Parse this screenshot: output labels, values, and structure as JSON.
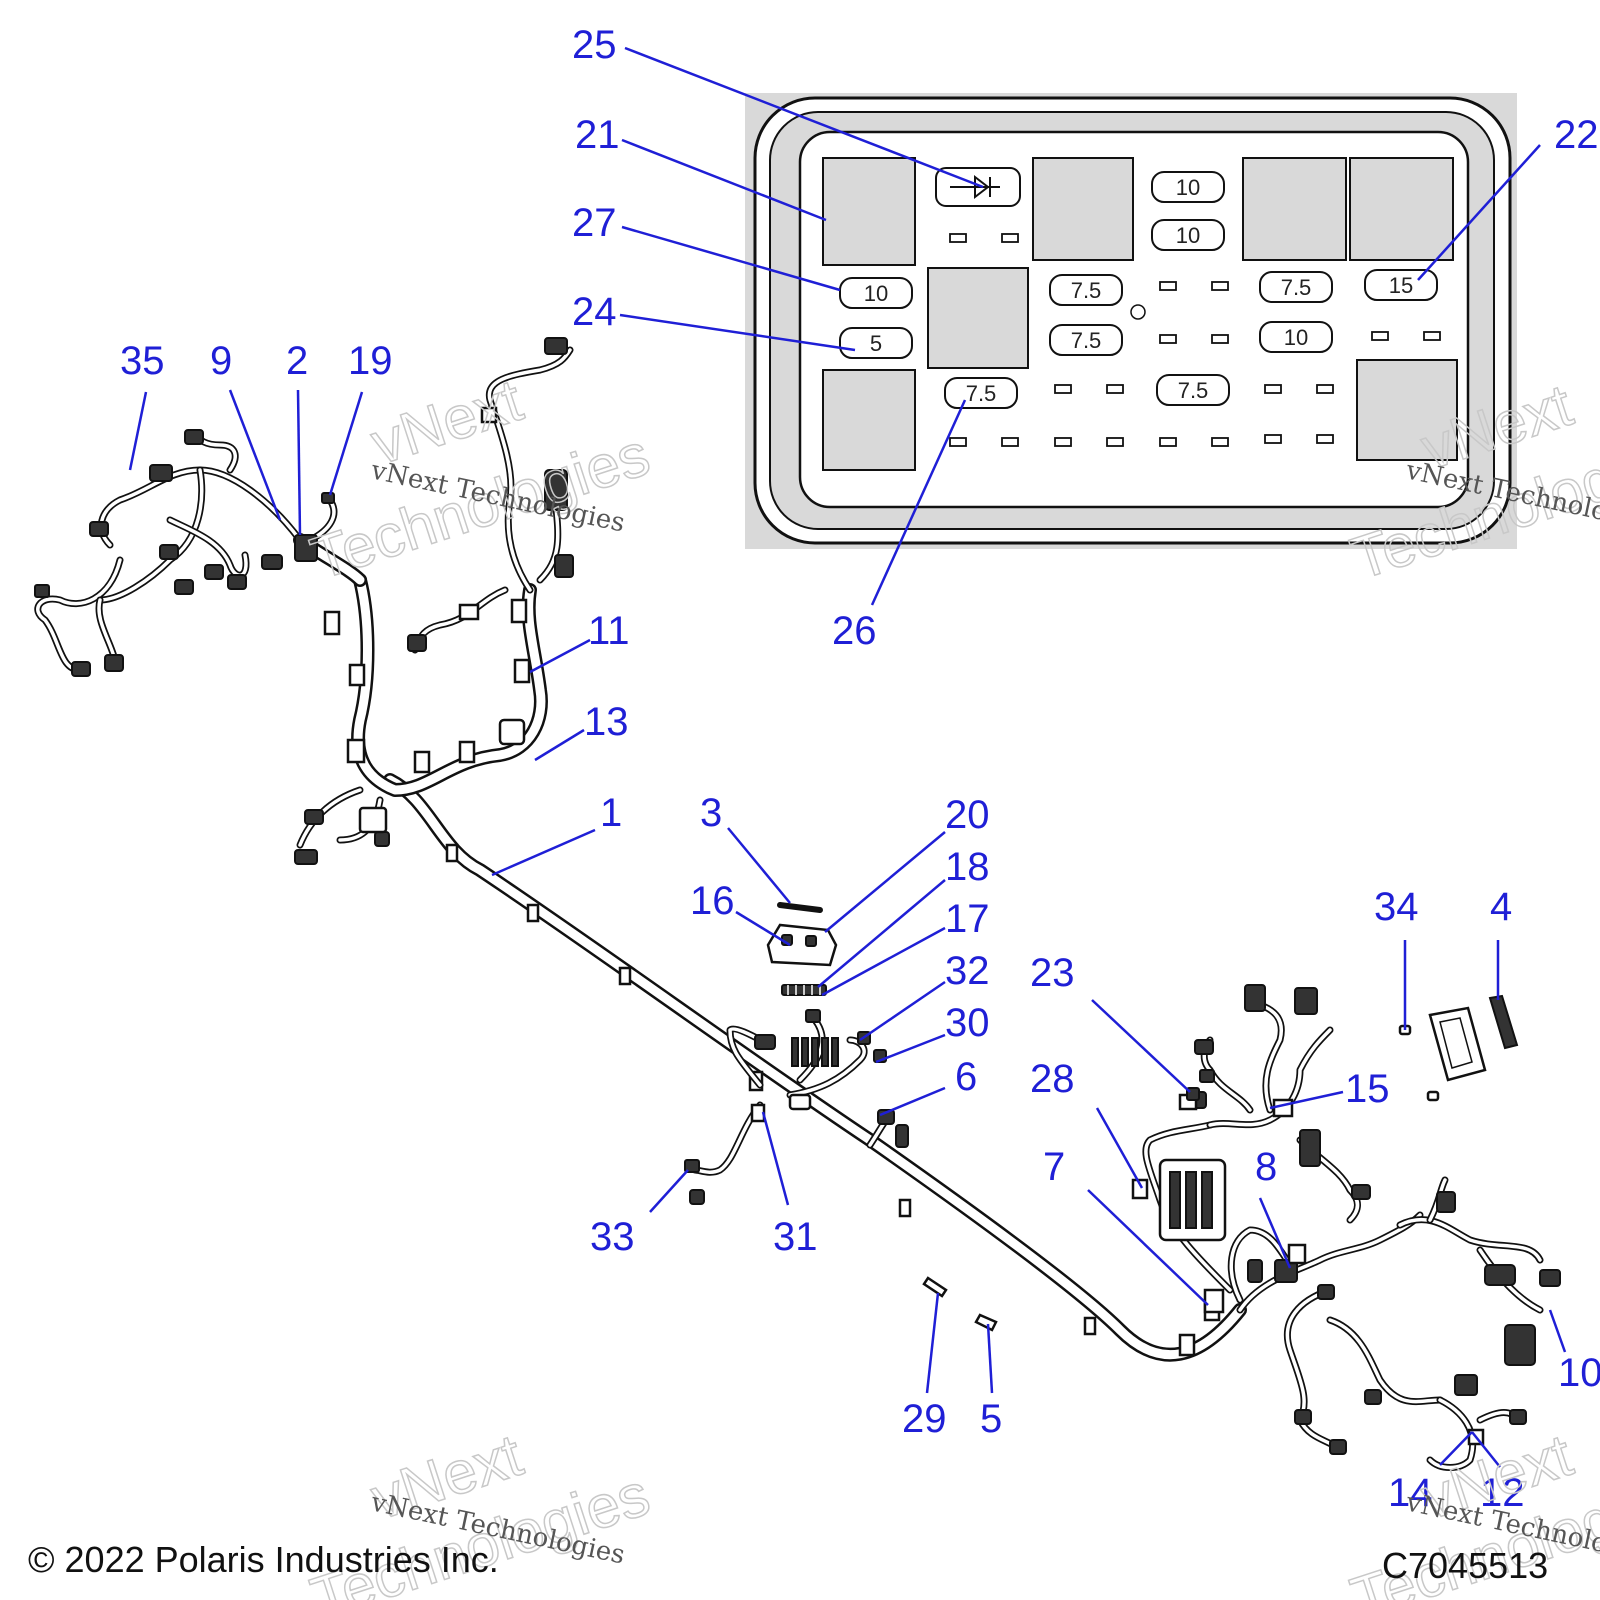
{
  "callouts": {
    "c1": "1",
    "c2": "2",
    "c3": "3",
    "c4": "4",
    "c5": "5",
    "c6": "6",
    "c7": "7",
    "c8": "8",
    "c9": "9",
    "c10": "10",
    "c11": "11",
    "c12": "12",
    "c13": "13",
    "c14": "14",
    "c15": "15",
    "c16": "16",
    "c17": "17",
    "c18": "18",
    "c19": "19",
    "c20": "20",
    "c21": "21",
    "c22": "22",
    "c23": "23",
    "c24": "24",
    "c25": "25",
    "c26": "26",
    "c27": "27",
    "c28": "28",
    "c29": "29",
    "c30": "30",
    "c31": "31",
    "c32": "32",
    "c33": "33",
    "c34": "34",
    "c35": "35"
  },
  "fuse_box": {
    "fuses": {
      "f_10a": "10",
      "f_10b": "10",
      "f_10c": "10",
      "f_10d": "10",
      "f_5": "5",
      "f_15": "15",
      "f_75a": "7.5",
      "f_75b": "7.5",
      "f_75c": "7.5",
      "f_75d": "7.5",
      "f_75e": "7.5"
    }
  },
  "watermark": {
    "line1": "vNext Technologies",
    "big_top": "vNext",
    "big_bottom": "Technologies"
  },
  "footer": {
    "copyright": "© 2022 Polaris Industries Inc.",
    "part_code": "C7045513"
  }
}
